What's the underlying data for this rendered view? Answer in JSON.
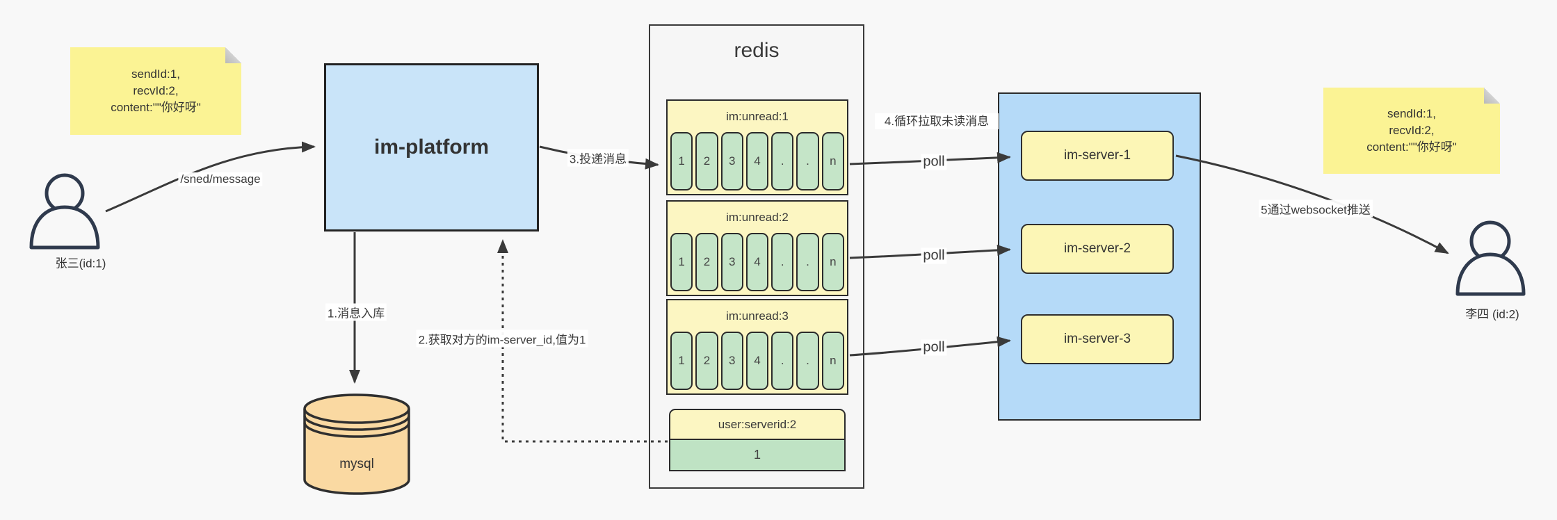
{
  "canvas": {
    "bg": "#f8f8f8"
  },
  "colors": {
    "arrow": "#3a3a3a",
    "note_yellow": "#fbf394",
    "platform_blue": "#c9e4f9",
    "cluster_blue": "#b5daf8",
    "server_yellow": "#fcf6b6",
    "list_yellow": "#fcf6c2",
    "cell_green": "#c5e5c8",
    "db_orange": "#fad9a2",
    "actor_stroke": "#2f3a4d"
  },
  "notes": {
    "left": {
      "lines": [
        "sendId:1,",
        "recvId:2,",
        "content:\"\"你好呀\""
      ]
    },
    "right": {
      "lines": [
        "sendId:1,",
        "recvId:2,",
        "content:\"\"你好呀\""
      ]
    }
  },
  "actors": {
    "sender": {
      "label": "张三(id:1)"
    },
    "receiver": {
      "label": "李四 (id:2)"
    }
  },
  "platform": {
    "label": "im-platform"
  },
  "database": {
    "label": "mysql"
  },
  "redis": {
    "title": "redis",
    "unread_lists": [
      {
        "title": "im:unread:1",
        "cells": [
          "1",
          "2",
          "3",
          "4",
          ".",
          ".",
          "n"
        ]
      },
      {
        "title": "im:unread:2",
        "cells": [
          "1",
          "2",
          "3",
          "4",
          ".",
          ".",
          "n"
        ]
      },
      {
        "title": "im:unread:3",
        "cells": [
          "1",
          "2",
          "3",
          "4",
          ".",
          ".",
          "n"
        ]
      }
    ],
    "kv": {
      "title": "user:serverid:2",
      "value": "1"
    }
  },
  "cluster": {
    "servers": [
      {
        "label": "im-server-1"
      },
      {
        "label": "im-server-2"
      },
      {
        "label": "im-server-3"
      }
    ]
  },
  "edges": {
    "send": "/sned/message",
    "store": "1.消息入库",
    "get_server_id": "2.获取对方的im-server_id,值为1",
    "deliver": "3.投递消息",
    "poll_loop": "4.循环拉取未读消息",
    "poll": "poll",
    "push": "5通过websocket推送"
  }
}
